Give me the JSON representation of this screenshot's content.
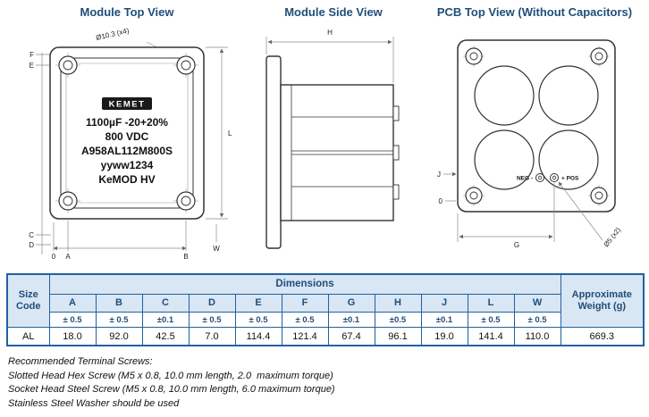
{
  "colors": {
    "accent": "#1F4E79",
    "table_border": "#2161A0",
    "table_header_bg": "#D9E6F4",
    "drawing_line": "#333333"
  },
  "views": {
    "top_view": {
      "title": "Module Top View",
      "hole_callout": "Ø10.3 (x4)",
      "module_label": {
        "brand": "KEMET",
        "lines": [
          "1100µF -20+20%",
          "800 VDC",
          "A958AL112M800S",
          "yyww1234",
          "KeMOD HV"
        ]
      },
      "dims": {
        "f": "F",
        "e": "E",
        "c": "C",
        "d": "D",
        "a": "A",
        "b": "B",
        "l": "L",
        "w": "W",
        "zero": "0"
      }
    },
    "side_view": {
      "title": "Module Side View",
      "dims": {
        "h": "H"
      }
    },
    "pcb_view": {
      "title": "PCB Top View (Without Capacitors)",
      "neg_label": "NEG -",
      "pos_label": "+ POS",
      "hole_callout": "Ø5 (x2)",
      "dims": {
        "j": "J",
        "g": "G",
        "zero": "0"
      }
    }
  },
  "table": {
    "size_code_header": "Size Code",
    "dimensions_header": "Dimensions",
    "weight_header": "Approximate Weight (g)",
    "columns": [
      "A",
      "B",
      "C",
      "D",
      "E",
      "F",
      "G",
      "H",
      "J",
      "L",
      "W"
    ],
    "tolerances": [
      "± 0.5",
      "± 0.5",
      "±0.1",
      "± 0.5",
      "± 0.5",
      "± 0.5",
      "±0.1",
      "±0.5",
      "±0.1",
      "± 0.5",
      "± 0.5"
    ],
    "rows": [
      {
        "size_code": "AL",
        "values": [
          "18.0",
          "92.0",
          "42.5",
          "7.0",
          "114.4",
          "121.4",
          "67.4",
          "96.1",
          "19.0",
          "141.4",
          "110.0"
        ],
        "weight": "669.3"
      }
    ]
  },
  "notes": {
    "lines": [
      "Recommended Terminal Screws:",
      "Slotted Head Hex Screw (M5 x 0.8, 10.0 mm length, 2.0  maximum torque)",
      "Socket Head Steel Screw (M5 x 0.8, 10.0 mm length, 6.0 maximum torque)",
      "Stainless Steel Washer should be used"
    ]
  }
}
